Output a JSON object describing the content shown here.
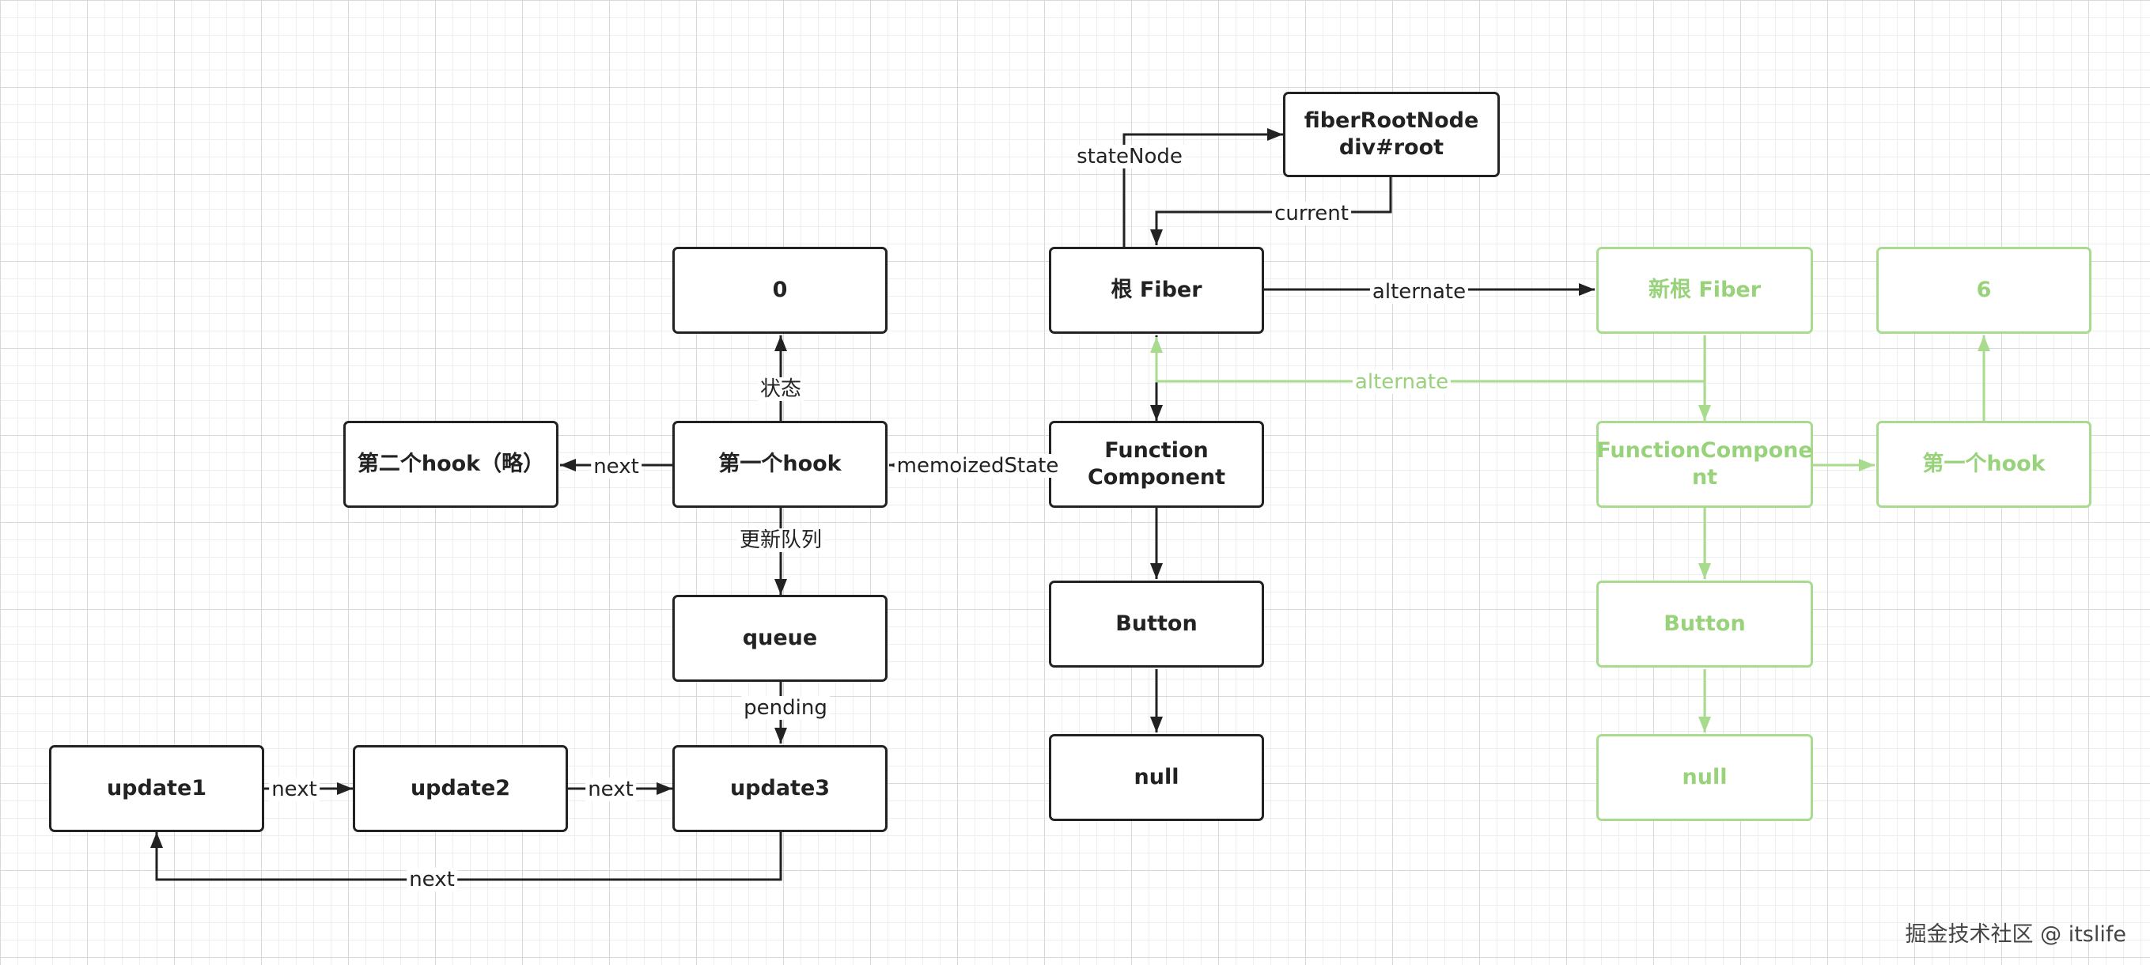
{
  "colors": {
    "line": "#222222",
    "green": "#98d27a",
    "green_border": "#a8db8e"
  },
  "nodes": {
    "fiberRootNode": "fiberRootNode\ndiv#root",
    "rootFiber": "根 Fiber",
    "functionComponent": "Function\nComponent",
    "button": "Button",
    "null": "null",
    "stateZero": "0",
    "firstHook": "第一个hook",
    "secondHook": "第二个hook（略）",
    "queue": "queue",
    "update1": "update1",
    "update2": "update2",
    "update3": "update3",
    "newRootFiber": "新根 Fiber",
    "newFunctionComponent": "FunctionCompone\nnt",
    "newButton": "Button",
    "newNull": "null",
    "newFirstHook": "第一个hook",
    "newState": "6"
  },
  "edges": {
    "stateNode": "stateNode",
    "current": "current",
    "alternate": "alternate",
    "alternate_back": "alternate",
    "memoizedState": "memoizedState",
    "state": "状态",
    "next_hook": "next",
    "update_queue": "更新队列",
    "pending": "pending",
    "next_1_2": "next",
    "next_2_3": "next",
    "next_3_1": "next"
  },
  "watermark": "掘金技术社区 @ itslife"
}
